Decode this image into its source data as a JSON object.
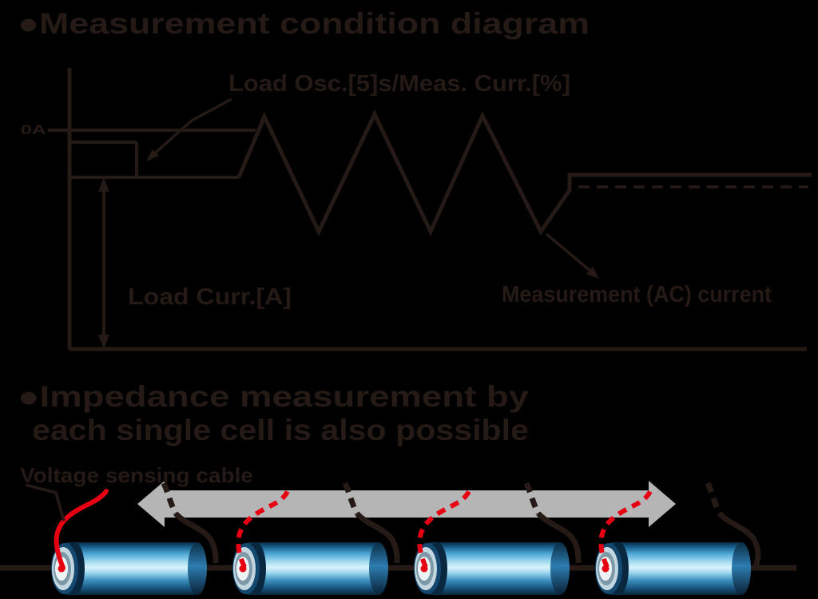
{
  "top": {
    "title": "●Measurement condition diagram",
    "zero_label": "0A",
    "oscillation_label": "Load Osc.[5]s/Meas. Curr.[%]",
    "load_current_label": "Load Curr.[A]",
    "measurement_label": "Measurement (AC) current"
  },
  "bottom": {
    "title_line1": "●Impedance measurement by",
    "title_line2": "each single cell is also possible",
    "sensing_cable_label": "Voltage sensing cable"
  },
  "colors": {
    "background": "#000000",
    "ink": "#251a15",
    "wire_red": "#e60012",
    "arrow_gray": "#b5b5b5",
    "battery_highlight": "#d9f2fb",
    "battery_dark": "#0a2b44"
  }
}
